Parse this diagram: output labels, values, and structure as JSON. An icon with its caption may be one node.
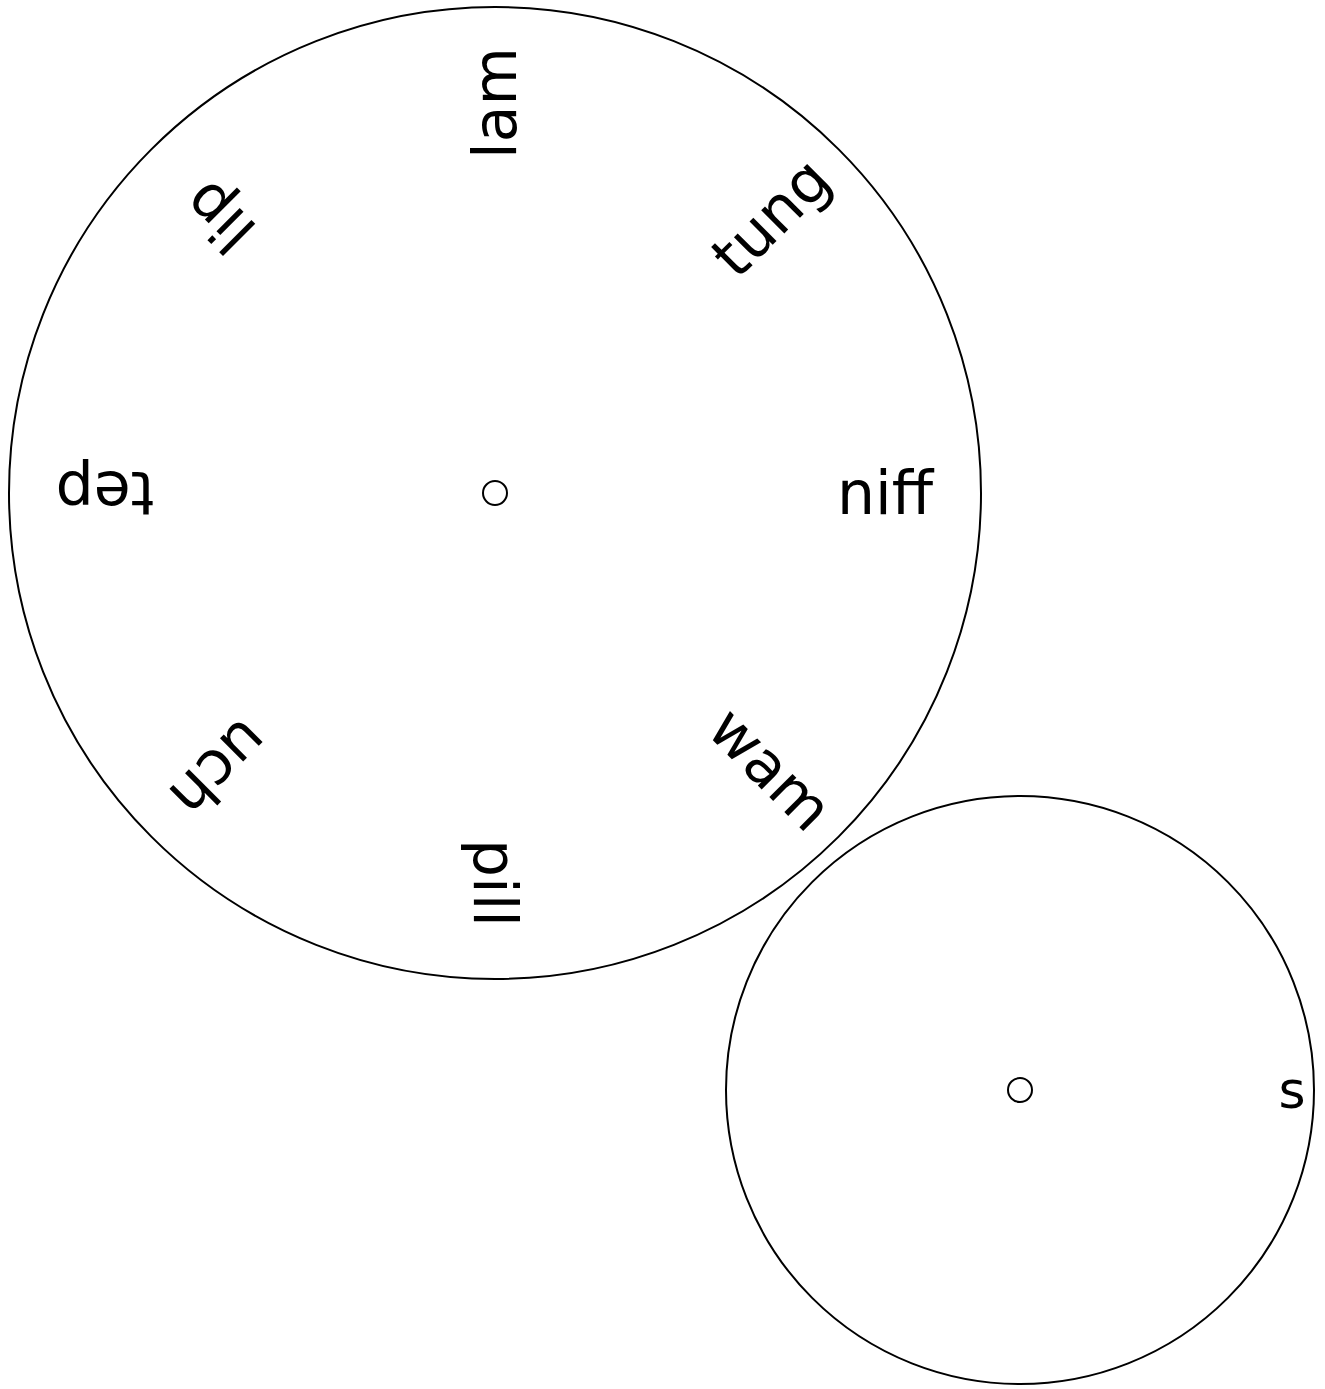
{
  "diagram": {
    "nodes": [
      {
        "text": [
          "lam",
          "tung",
          "niff",
          "wam",
          "pill",
          "uch",
          "tep",
          "lip"
        ]
      },
      {
        "text": [
          "s"
        ]
      }
    ]
  }
}
